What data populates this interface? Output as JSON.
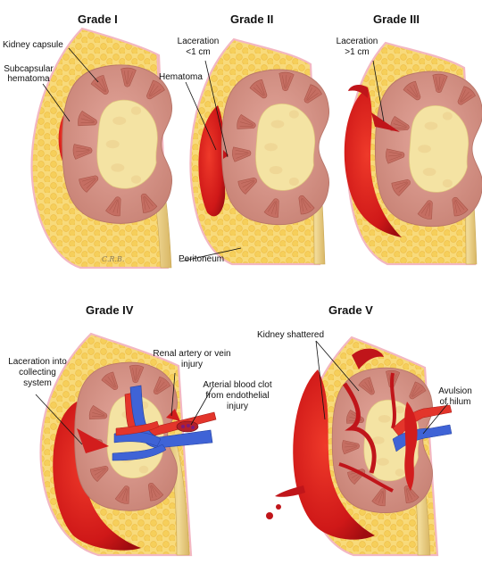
{
  "grades": {
    "g1": {
      "title": "Grade I"
    },
    "g2": {
      "title": "Grade II"
    },
    "g3": {
      "title": "Grade III"
    },
    "g4": {
      "title": "Grade IV"
    },
    "g5": {
      "title": "Grade V"
    }
  },
  "labels": {
    "kidney_capsule": "Kidney capsule",
    "subcapsular_hematoma_1": "Subcapsular",
    "subcapsular_hematoma_2": "hematoma",
    "laceration_lt1_1": "Laceration",
    "laceration_lt1_2": "<1 cm",
    "hematoma": "Hematoma",
    "laceration_gt1_1": "Laceration",
    "laceration_gt1_2": ">1 cm",
    "peritoneum": "Peritoneum",
    "lac_collecting_1": "Laceration into",
    "lac_collecting_2": "collecting",
    "lac_collecting_3": "system",
    "renal_vessel_1": "Renal artery or vein",
    "renal_vessel_2": "injury",
    "clot_1": "Arterial blood clot",
    "clot_2": "from endothelial",
    "clot_3": "injury",
    "kidney_shattered": "Kidney shattered",
    "avulsion_1": "Avulsion",
    "avulsion_2": "of hilum"
  },
  "signature": "C.R.B.",
  "colors": {
    "fat": "#f7d774",
    "fat_dot": "#eebc45",
    "peritoneum": "#f3b7c2",
    "cortex": "#d9968c",
    "pyramid": "#c56e62",
    "sinus": "#f4e3a3",
    "ureter": "#e9cf85",
    "blood": "#d21d1d",
    "blood_dark": "#a30f12",
    "artery": "#e3352b",
    "vein": "#3f63d6"
  }
}
